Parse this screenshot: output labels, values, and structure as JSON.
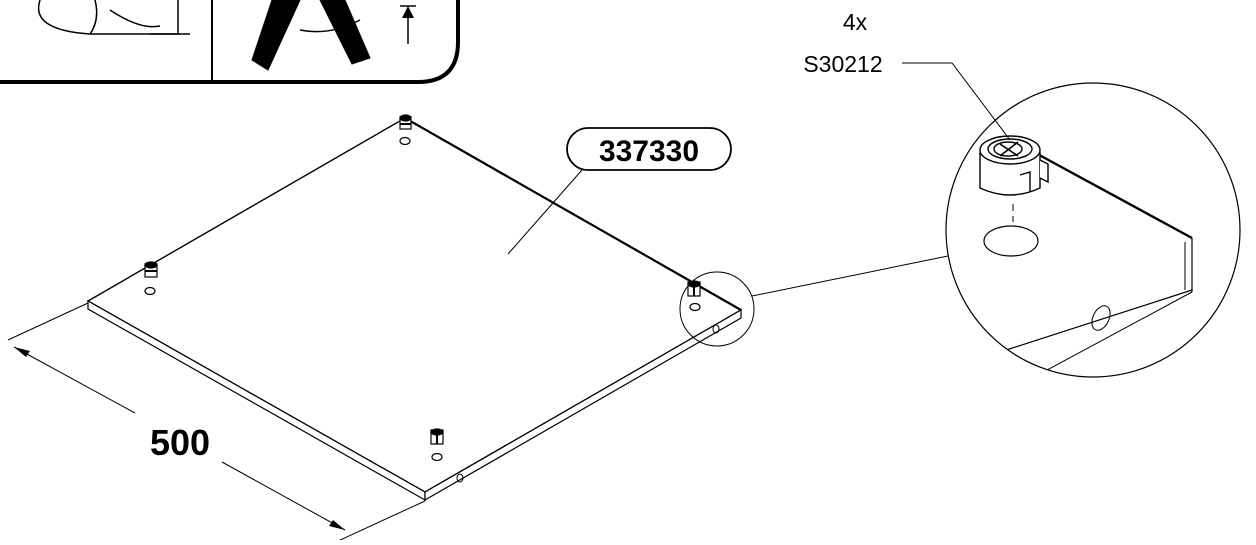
{
  "panel": {
    "part_number": "337330"
  },
  "dimension": {
    "width_label": "500"
  },
  "detail": {
    "quantity": "4x",
    "fitting_code": "S30212"
  },
  "colors": {
    "ink": "#000000",
    "paper": "#ffffff"
  }
}
